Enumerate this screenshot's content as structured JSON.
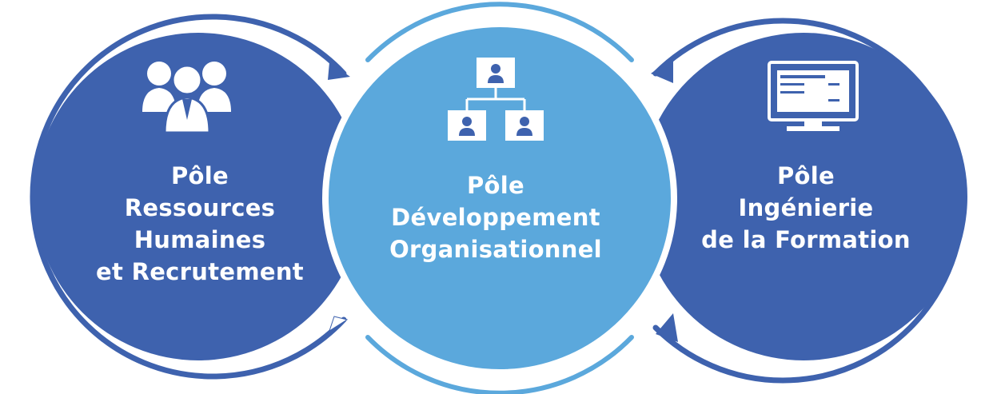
{
  "colors": {
    "dark_blue": "#3e62ae",
    "light_blue": "#5ba8dc",
    "ring_dark": "#3e62ae",
    "ring_light": "#5ba8dc",
    "text": "#ffffff"
  },
  "poles": [
    {
      "icon": "people-group-icon",
      "lines": [
        "Pôle",
        "Ressources",
        "Humaines",
        "et Recrutement"
      ]
    },
    {
      "icon": "org-chart-icon",
      "lines": [
        "Pôle",
        "Développement",
        "Organisationnel"
      ]
    },
    {
      "icon": "computer-monitor-icon",
      "lines": [
        "Pôle",
        "Ingénierie",
        "de la Formation"
      ]
    }
  ]
}
